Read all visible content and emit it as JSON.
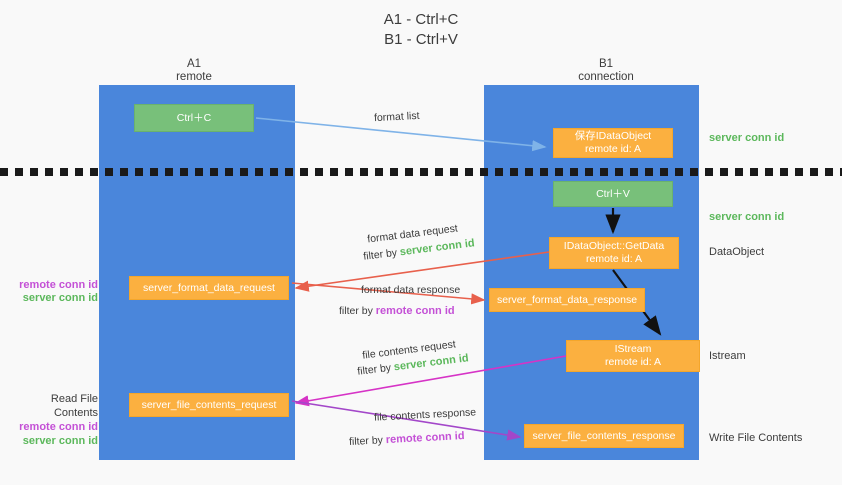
{
  "title": {
    "line1": "A1 - Ctrl+C",
    "line2": "B1 - Ctrl+V"
  },
  "columns": {
    "left": {
      "name": "A1",
      "role": "remote"
    },
    "right": {
      "name": "B1",
      "role": "connection"
    }
  },
  "nodes": {
    "ctrl_c": {
      "label": "Ctrl＋C",
      "sub": ""
    },
    "save_dataobject": {
      "label": "保存IDataObject",
      "sub": "remote id: A"
    },
    "ctrl_v": {
      "label": "Ctrl＋V",
      "sub": ""
    },
    "getdata": {
      "label": "IDataObject::GetData",
      "sub": "remote id: A"
    },
    "server_format_data_request": {
      "label": "server_format_data_request",
      "sub": ""
    },
    "server_format_data_response": {
      "label": "server_format_data_response",
      "sub": ""
    },
    "istream": {
      "label": "IStream",
      "sub": "remote id: A"
    },
    "server_file_contents_request": {
      "label": "server_file_contents_request",
      "sub": ""
    },
    "server_file_contents_response": {
      "label": "server_file_contents_response",
      "sub": ""
    }
  },
  "edges": {
    "format_list": "format list",
    "format_data_request_line1": "format data request",
    "format_data_request_prefix": "filter by ",
    "format_data_request_key": "server conn id",
    "format_data_response_line1": "format data response",
    "format_data_response_prefix": "filter by ",
    "format_data_response_key": "remote conn id",
    "file_contents_request_line1": "file contents request",
    "file_contents_request_prefix": "filter by ",
    "file_contents_request_key": "server conn id",
    "file_contents_response_line1": "file contents response",
    "file_contents_response_prefix": "filter by ",
    "file_contents_response_key": "remote conn id"
  },
  "annotations": {
    "right": {
      "server_conn_id_top": "server conn id",
      "server_conn_id_mid": "server conn id",
      "dataobject": "DataObject",
      "istream": "Istream",
      "write_file_contents": "Write File Contents"
    },
    "left": {
      "remote_conn_id_1": "remote conn id",
      "server_conn_id_1": "server conn id",
      "read_file_contents": "Read File Contents",
      "remote_conn_id_2": "remote conn id",
      "server_conn_id_2": "server conn id"
    }
  },
  "colors": {
    "lane": "#4a86db",
    "green_node": "#78c07a",
    "orange_node": "#fbb040",
    "green_text": "#5cb85c",
    "purple_text": "#c451d6",
    "arrow_blue": "#7fb3e8",
    "arrow_red": "#e8604c",
    "arrow_magenta": "#d633c6",
    "arrow_purple": "#a347c9",
    "arrow_black": "#111111",
    "background": "#f9f9f9"
  }
}
